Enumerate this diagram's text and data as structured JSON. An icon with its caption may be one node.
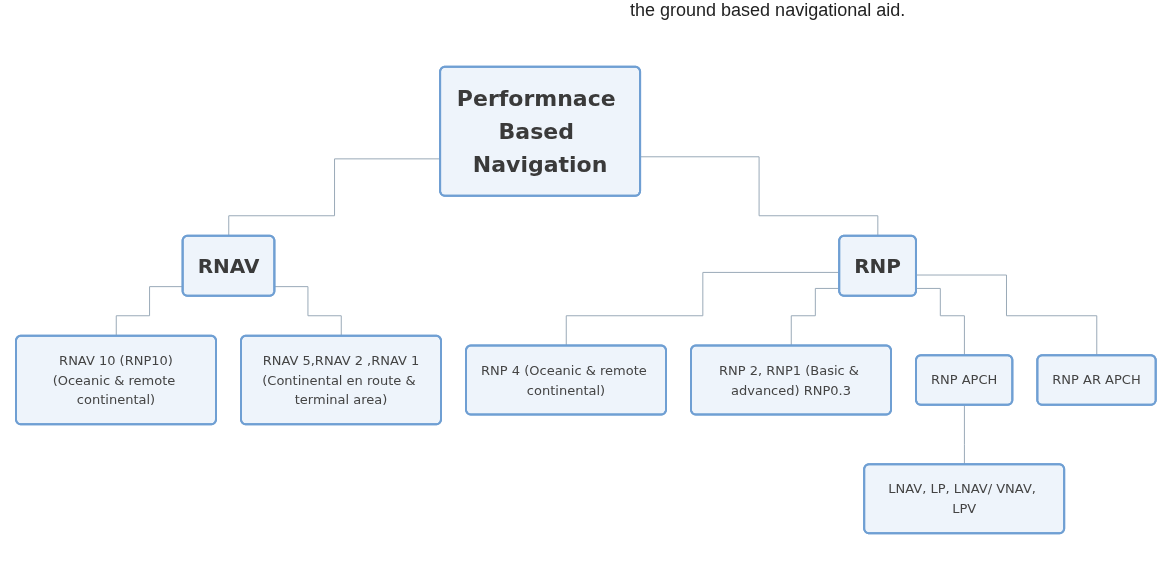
{
  "diagram": {
    "nodes": [
      {
        "text": [
          "Performnace Based Navigation"
        ]
      },
      {
        "text": [
          "RNAV"
        ]
      },
      {
        "text": [
          "RNP"
        ]
      },
      {
        "text": [
          "RNAV 10 (RNP10)",
          "(Oceanic & remote continental)"
        ]
      },
      {
        "text": [
          "RNAV 5,RNAV 2 ,RNAV 1",
          "(Continental en route & terminal area)"
        ]
      },
      {
        "text": [
          "RNP 4 (Oceanic & remote continental)"
        ]
      },
      {
        "text": [
          "RNP 2, RNP1 (Basic & advanced) RNP0.3"
        ]
      },
      {
        "text": [
          "RNP APCH"
        ]
      },
      {
        "text": [
          "RNP AR APCH"
        ]
      },
      {
        "text": [
          "LNAV, LP, LNAV/ VNAV, LPV"
        ]
      }
    ],
    "edges": [
      {
        "from": 0,
        "to": 1,
        "arrow": "none"
      },
      {
        "from": 0,
        "to": 2,
        "arrow": "none"
      },
      {
        "from": 1,
        "to": 3,
        "arrow": "none"
      },
      {
        "from": 1,
        "to": 4,
        "arrow": "none"
      },
      {
        "from": 2,
        "to": 5,
        "arrow": "none"
      },
      {
        "from": 2,
        "to": 6,
        "arrow": "none"
      },
      {
        "from": 2,
        "to": 7,
        "arrow": "none"
      },
      {
        "from": 2,
        "to": 8,
        "arrow": "none"
      },
      {
        "from": 7,
        "to": 9,
        "arrow": "none"
      }
    ],
    "labels": [
      "the ground based navigational aid."
    ]
  }
}
